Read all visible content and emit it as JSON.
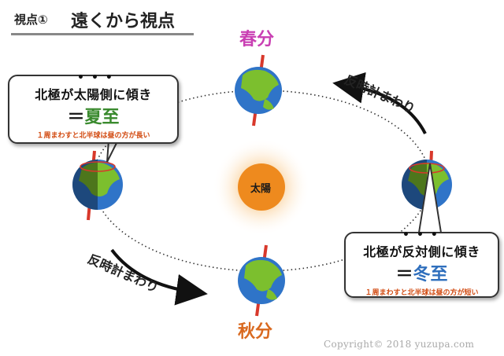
{
  "title": {
    "sub": "視点①",
    "main": "遠くから視点"
  },
  "seasons": {
    "spring": "春分",
    "autumn": "秋分"
  },
  "sun": {
    "label": "太陽"
  },
  "rotation": {
    "top": "反時計まわり",
    "bottom": "反時計まわり"
  },
  "summer_callout": {
    "line1": "北極が太陽側に傾き",
    "equals": "＝",
    "term": "夏至",
    "note": "１周まわすと北半球は昼の方が長い"
  },
  "winter_callout": {
    "line1": "北極が反対側に傾き",
    "equals": "＝",
    "term": "冬至",
    "note": "１周まわすと北半球は昼の方が短い"
  },
  "copyright": "Copyright© 2018 yuzupa.com",
  "colors": {
    "spring": "#c93fb3",
    "autumn": "#d9691f",
    "summer": "#3a8a2e",
    "winter": "#2f6fbd",
    "ocean": "#2f74c8",
    "land": "#7cbf2e",
    "axis": "#d8382b",
    "sun": "#ee8a1e"
  }
}
